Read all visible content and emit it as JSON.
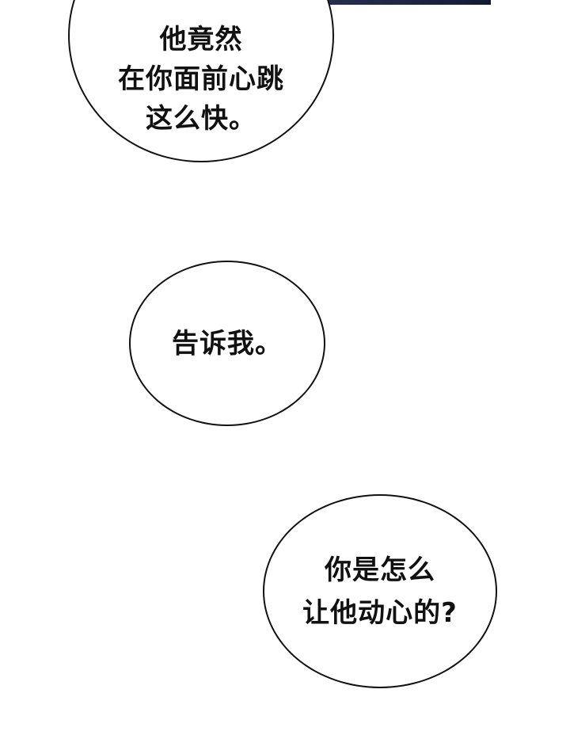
{
  "top_panel": {
    "color": "#1f2643"
  },
  "bubbles": [
    {
      "lines": [
        "他竟然",
        "在你面前心跳",
        "这么快。"
      ]
    },
    {
      "lines": [
        "告诉我。"
      ]
    },
    {
      "lines": [
        "你是怎么",
        "让他动心的?"
      ]
    }
  ]
}
